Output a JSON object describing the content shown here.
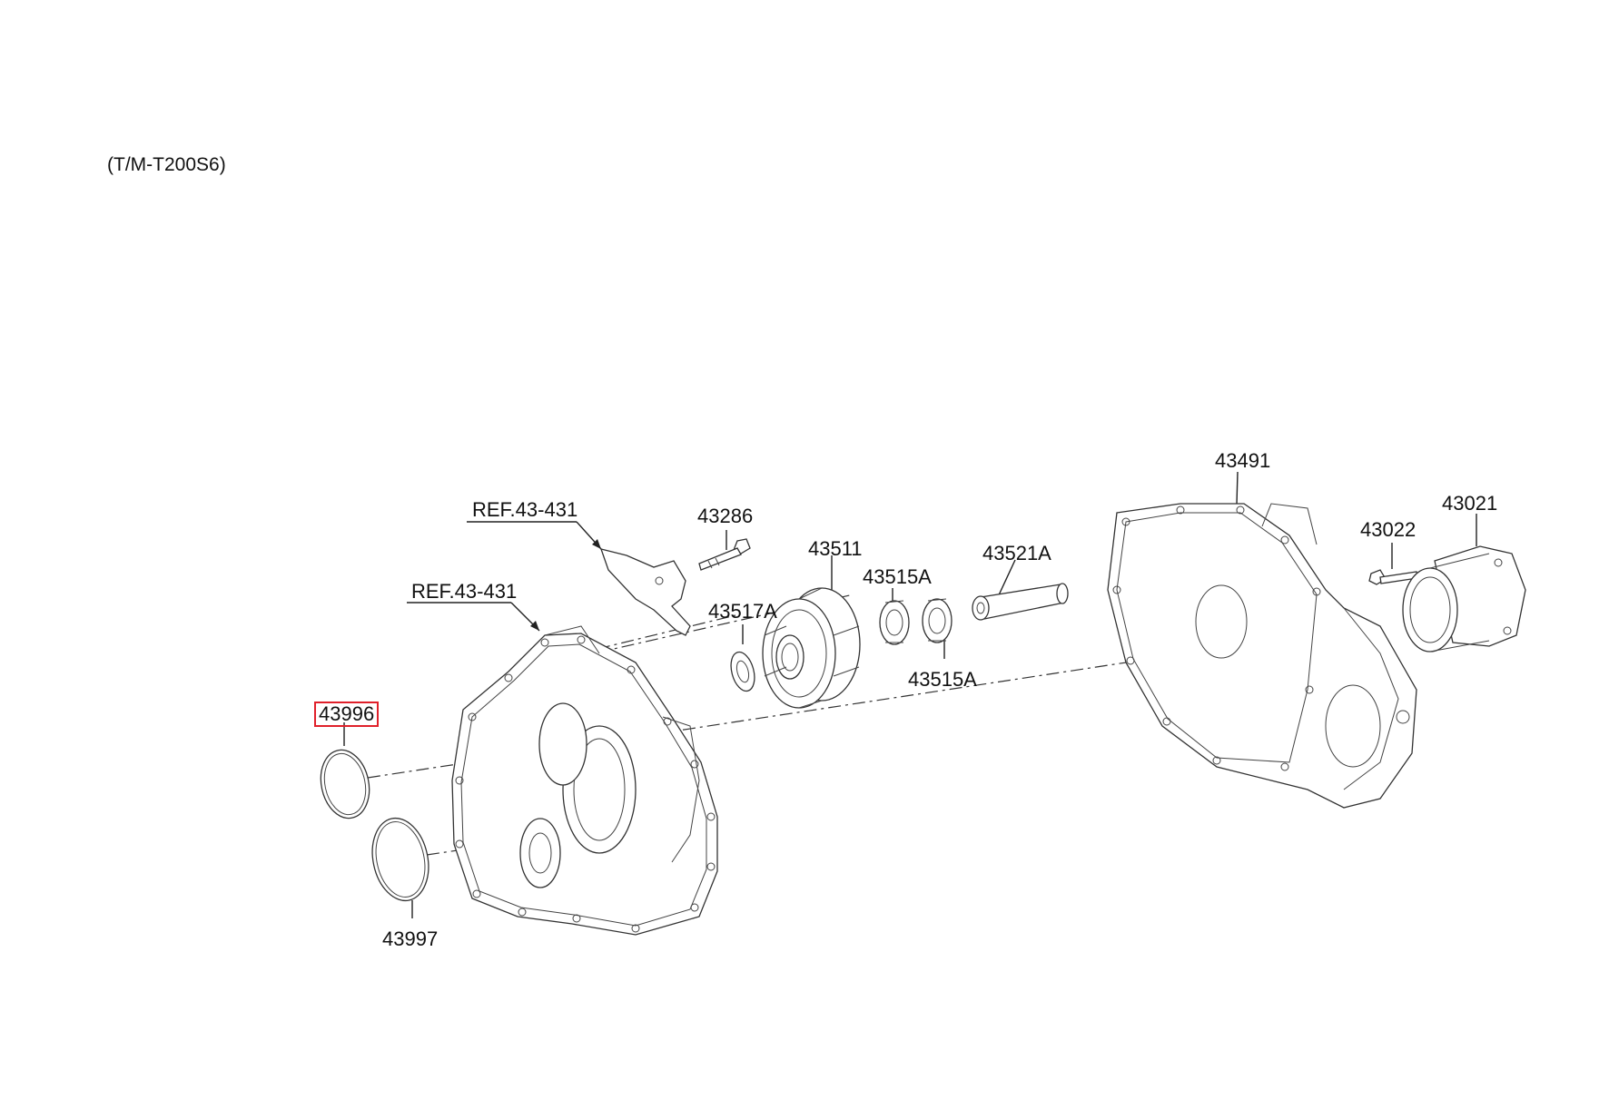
{
  "diagram": {
    "model_tag": "(T/M-T200S6)",
    "highlight_color": "#e0202a",
    "line_color": "#222222",
    "callouts": [
      {
        "id": "ref-43-431-bracket",
        "text": "REF.43-431"
      },
      {
        "id": "ref-43-431-case",
        "text": "REF.43-431"
      },
      {
        "id": "43286",
        "text": "43286"
      },
      {
        "id": "43511",
        "text": "43511"
      },
      {
        "id": "43515A-top",
        "text": "43515A"
      },
      {
        "id": "43515A-bottom",
        "text": "43515A"
      },
      {
        "id": "43517A",
        "text": "43517A"
      },
      {
        "id": "43521A",
        "text": "43521A"
      },
      {
        "id": "43491",
        "text": "43491"
      },
      {
        "id": "43022",
        "text": "43022"
      },
      {
        "id": "43021",
        "text": "43021"
      },
      {
        "id": "43996",
        "text": "43996",
        "selected": true
      },
      {
        "id": "43997",
        "text": "43997"
      }
    ]
  }
}
